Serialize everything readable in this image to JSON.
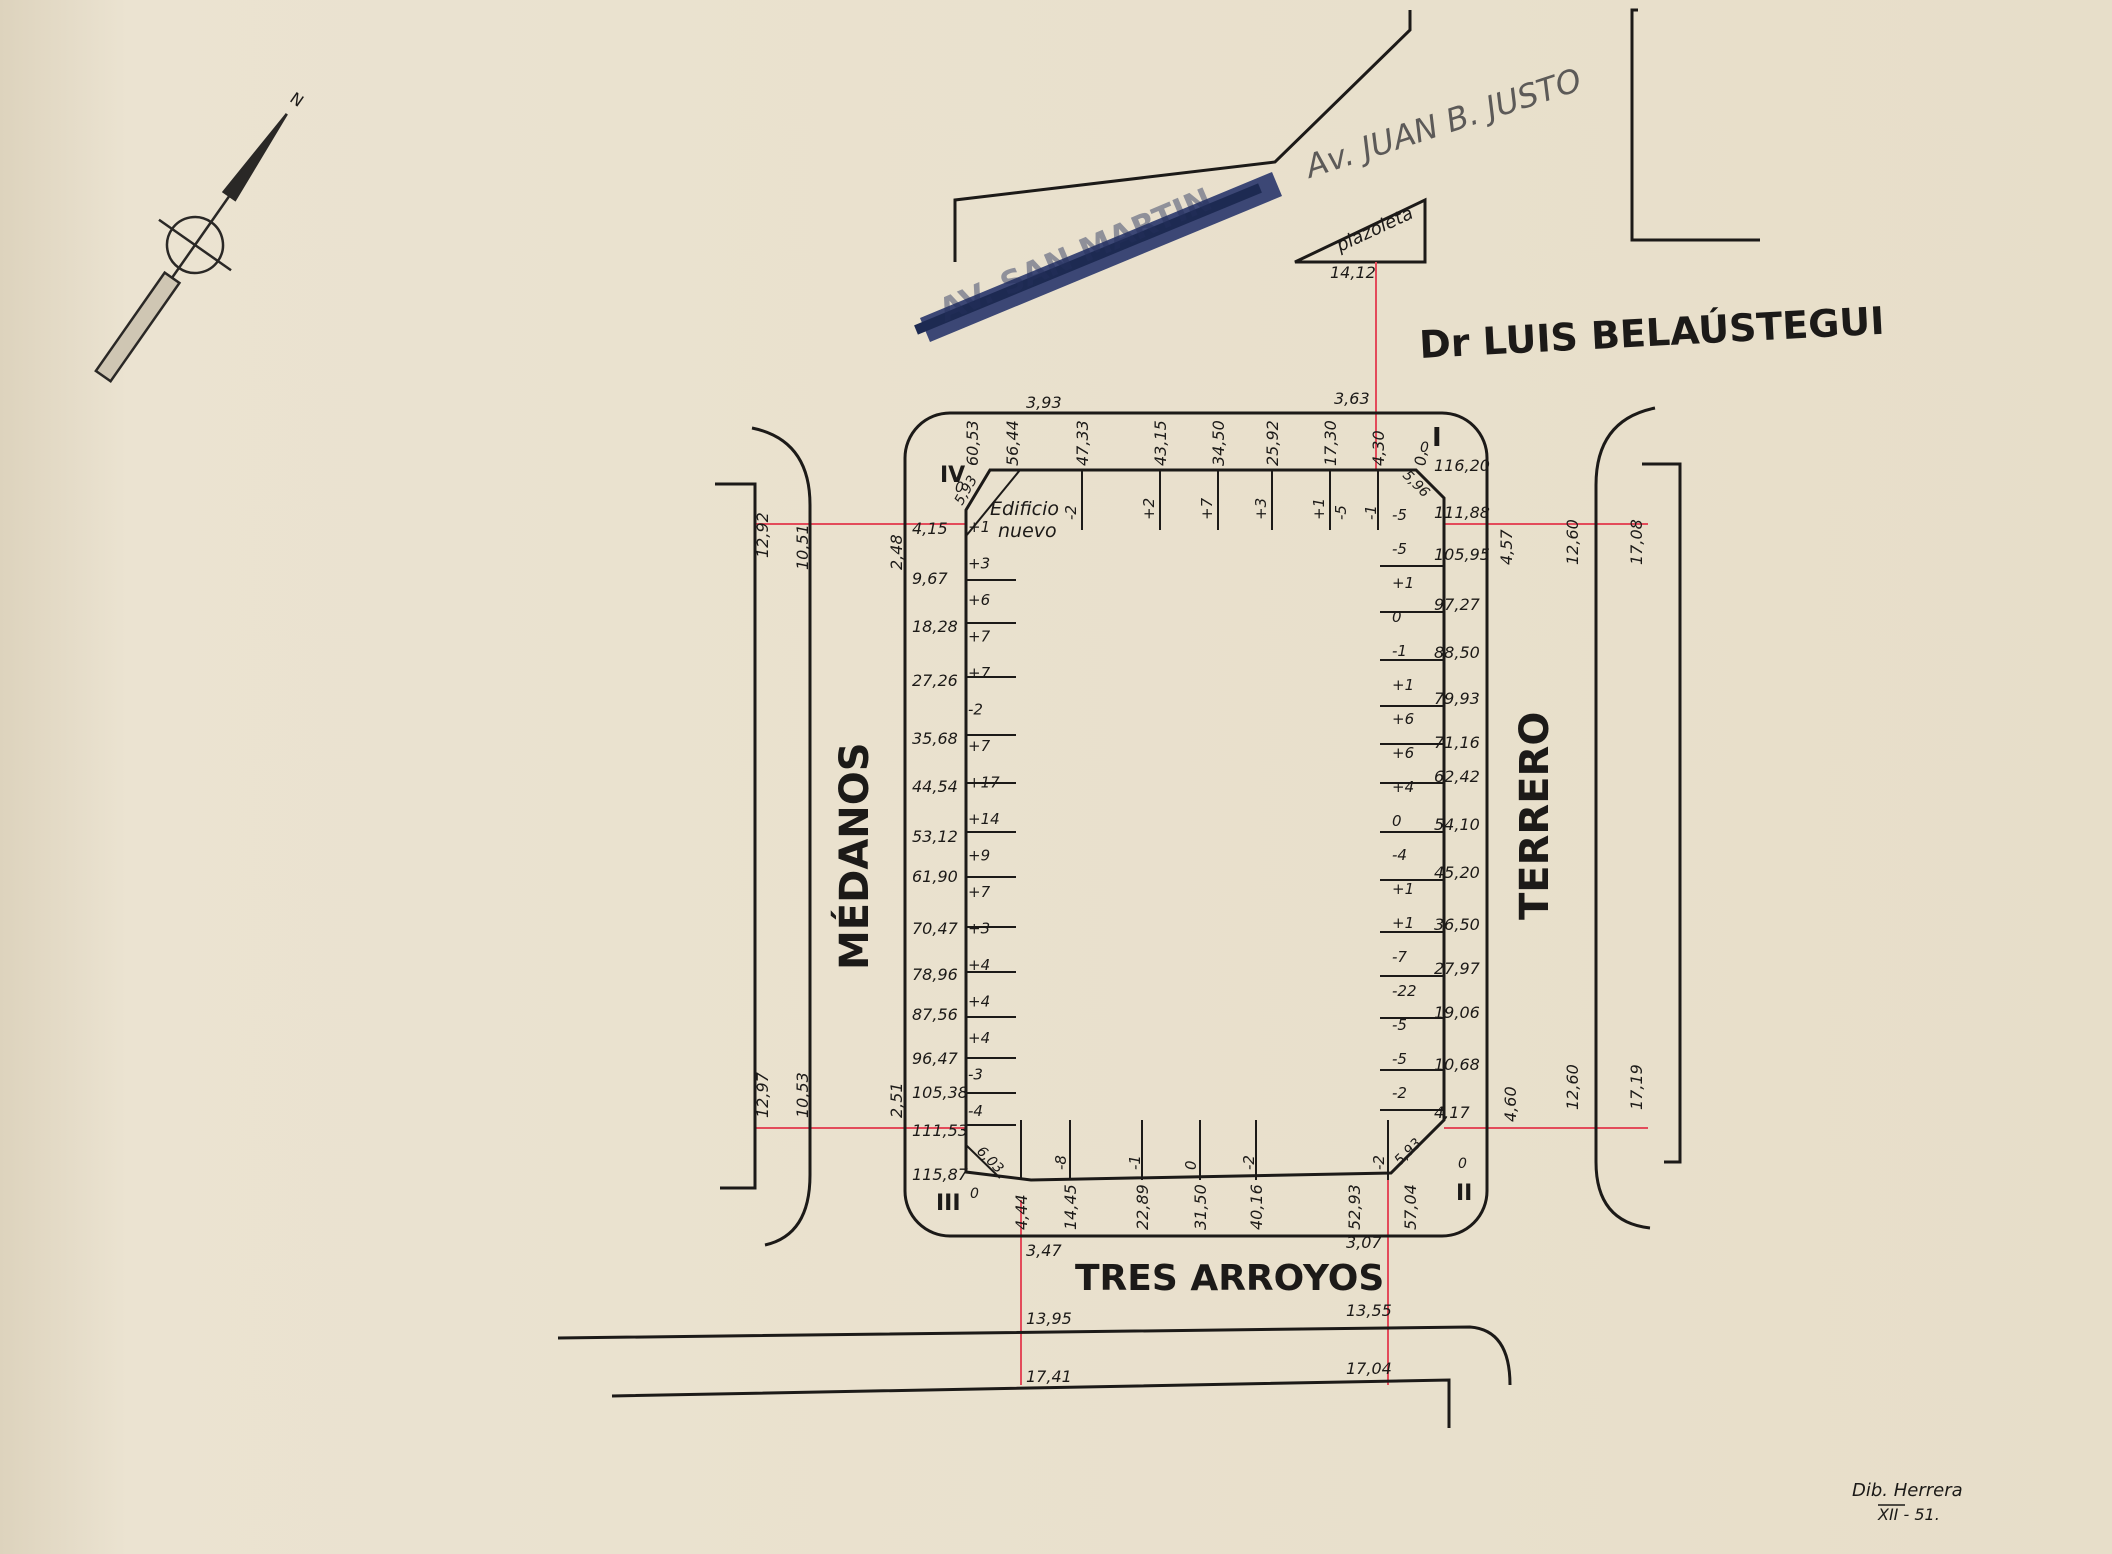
{
  "streets": {
    "top_struck": "AV. SAN MARTIN",
    "top_handwritten": "Av. JUAN B. JUSTO",
    "north": "Dr LUIS BELAÚSTEGUI",
    "west": "MÉDANOS",
    "east": "TERRERO",
    "south": "TRES ARROYOS"
  },
  "features": {
    "plazoleta": "plazoleta",
    "building": [
      "Edificio",
      "nuevo"
    ]
  },
  "corners": {
    "I": "I",
    "II": "II",
    "III": "III",
    "IV": "IV"
  },
  "corner_zero": "0",
  "chamfers": {
    "I": "5,96",
    "II": "5,93",
    "III": "6,03",
    "IV": "5,93"
  },
  "top_edge": {
    "distances": [
      "60,53",
      "56,44",
      "47,33",
      "43,15",
      "34,50",
      "25,92",
      "17,30",
      "4,30",
      "0,"
    ],
    "levels": [
      "-2",
      "+2",
      "+7",
      "+3",
      "+1",
      "-5",
      "-1"
    ]
  },
  "bottom_edge": {
    "distances": [
      "4,44",
      "14,45",
      "22,89",
      "31,50",
      "40,16",
      "52,93",
      "57,04"
    ],
    "levels": [
      "-8",
      "-1",
      "0",
      "-2",
      "-2"
    ]
  },
  "left_edge": {
    "distances": [
      "4,15",
      "9,67",
      "18,28",
      "27,26",
      "35,68",
      "44,54",
      "53,12",
      "61,90",
      "70,47",
      "78,96",
      "87,56",
      "96,47",
      "105,38",
      "111,53",
      "115,87"
    ],
    "levels": [
      "+1",
      "+3",
      "+6",
      "+7",
      "+7",
      "-2",
      "+7",
      "+17",
      "+14",
      "+9",
      "+7",
      "+3",
      "+4",
      "+4",
      "+4",
      "-3",
      "-4"
    ]
  },
  "right_edge": {
    "distances": [
      "116,20",
      "111,88",
      "105,95",
      "97,27",
      "88,50",
      "79,93",
      "71,16",
      "62,42",
      "54,10",
      "45,20",
      "36,50",
      "27,97",
      "19,06",
      "10,68",
      "4,17"
    ],
    "levels": [
      "-5",
      "-5",
      "+1",
      "0",
      "-1",
      "+1",
      "+6",
      "+6",
      "+4",
      "0",
      "-4",
      "+1",
      "+1",
      "-7",
      "-22",
      "-5",
      "-5",
      "-2"
    ]
  },
  "widths": {
    "top_left": "3,93",
    "top_right": "3,63",
    "plazoleta_link": "14,12",
    "left_top": [
      "2,48",
      "10,51",
      "12,92"
    ],
    "left_bottom": [
      "2,51",
      "10,53",
      "12,97"
    ],
    "right_top": [
      "4,57",
      "12,60",
      "17,08"
    ],
    "right_bottom": [
      "4,60",
      "12,60",
      "17,19"
    ],
    "bottom_left": [
      "3,47",
      "13,95",
      "17,41"
    ],
    "bottom_right": [
      "3,07",
      "13,55",
      "17,04"
    ]
  },
  "signature": {
    "name": "Dib. Herrera",
    "date": "XII - 51."
  },
  "colors": {
    "paper": "#e8dfcc",
    "ink": "#1c1a18",
    "red_line": "#e34b5a",
    "blot": "#2c3a6e"
  }
}
